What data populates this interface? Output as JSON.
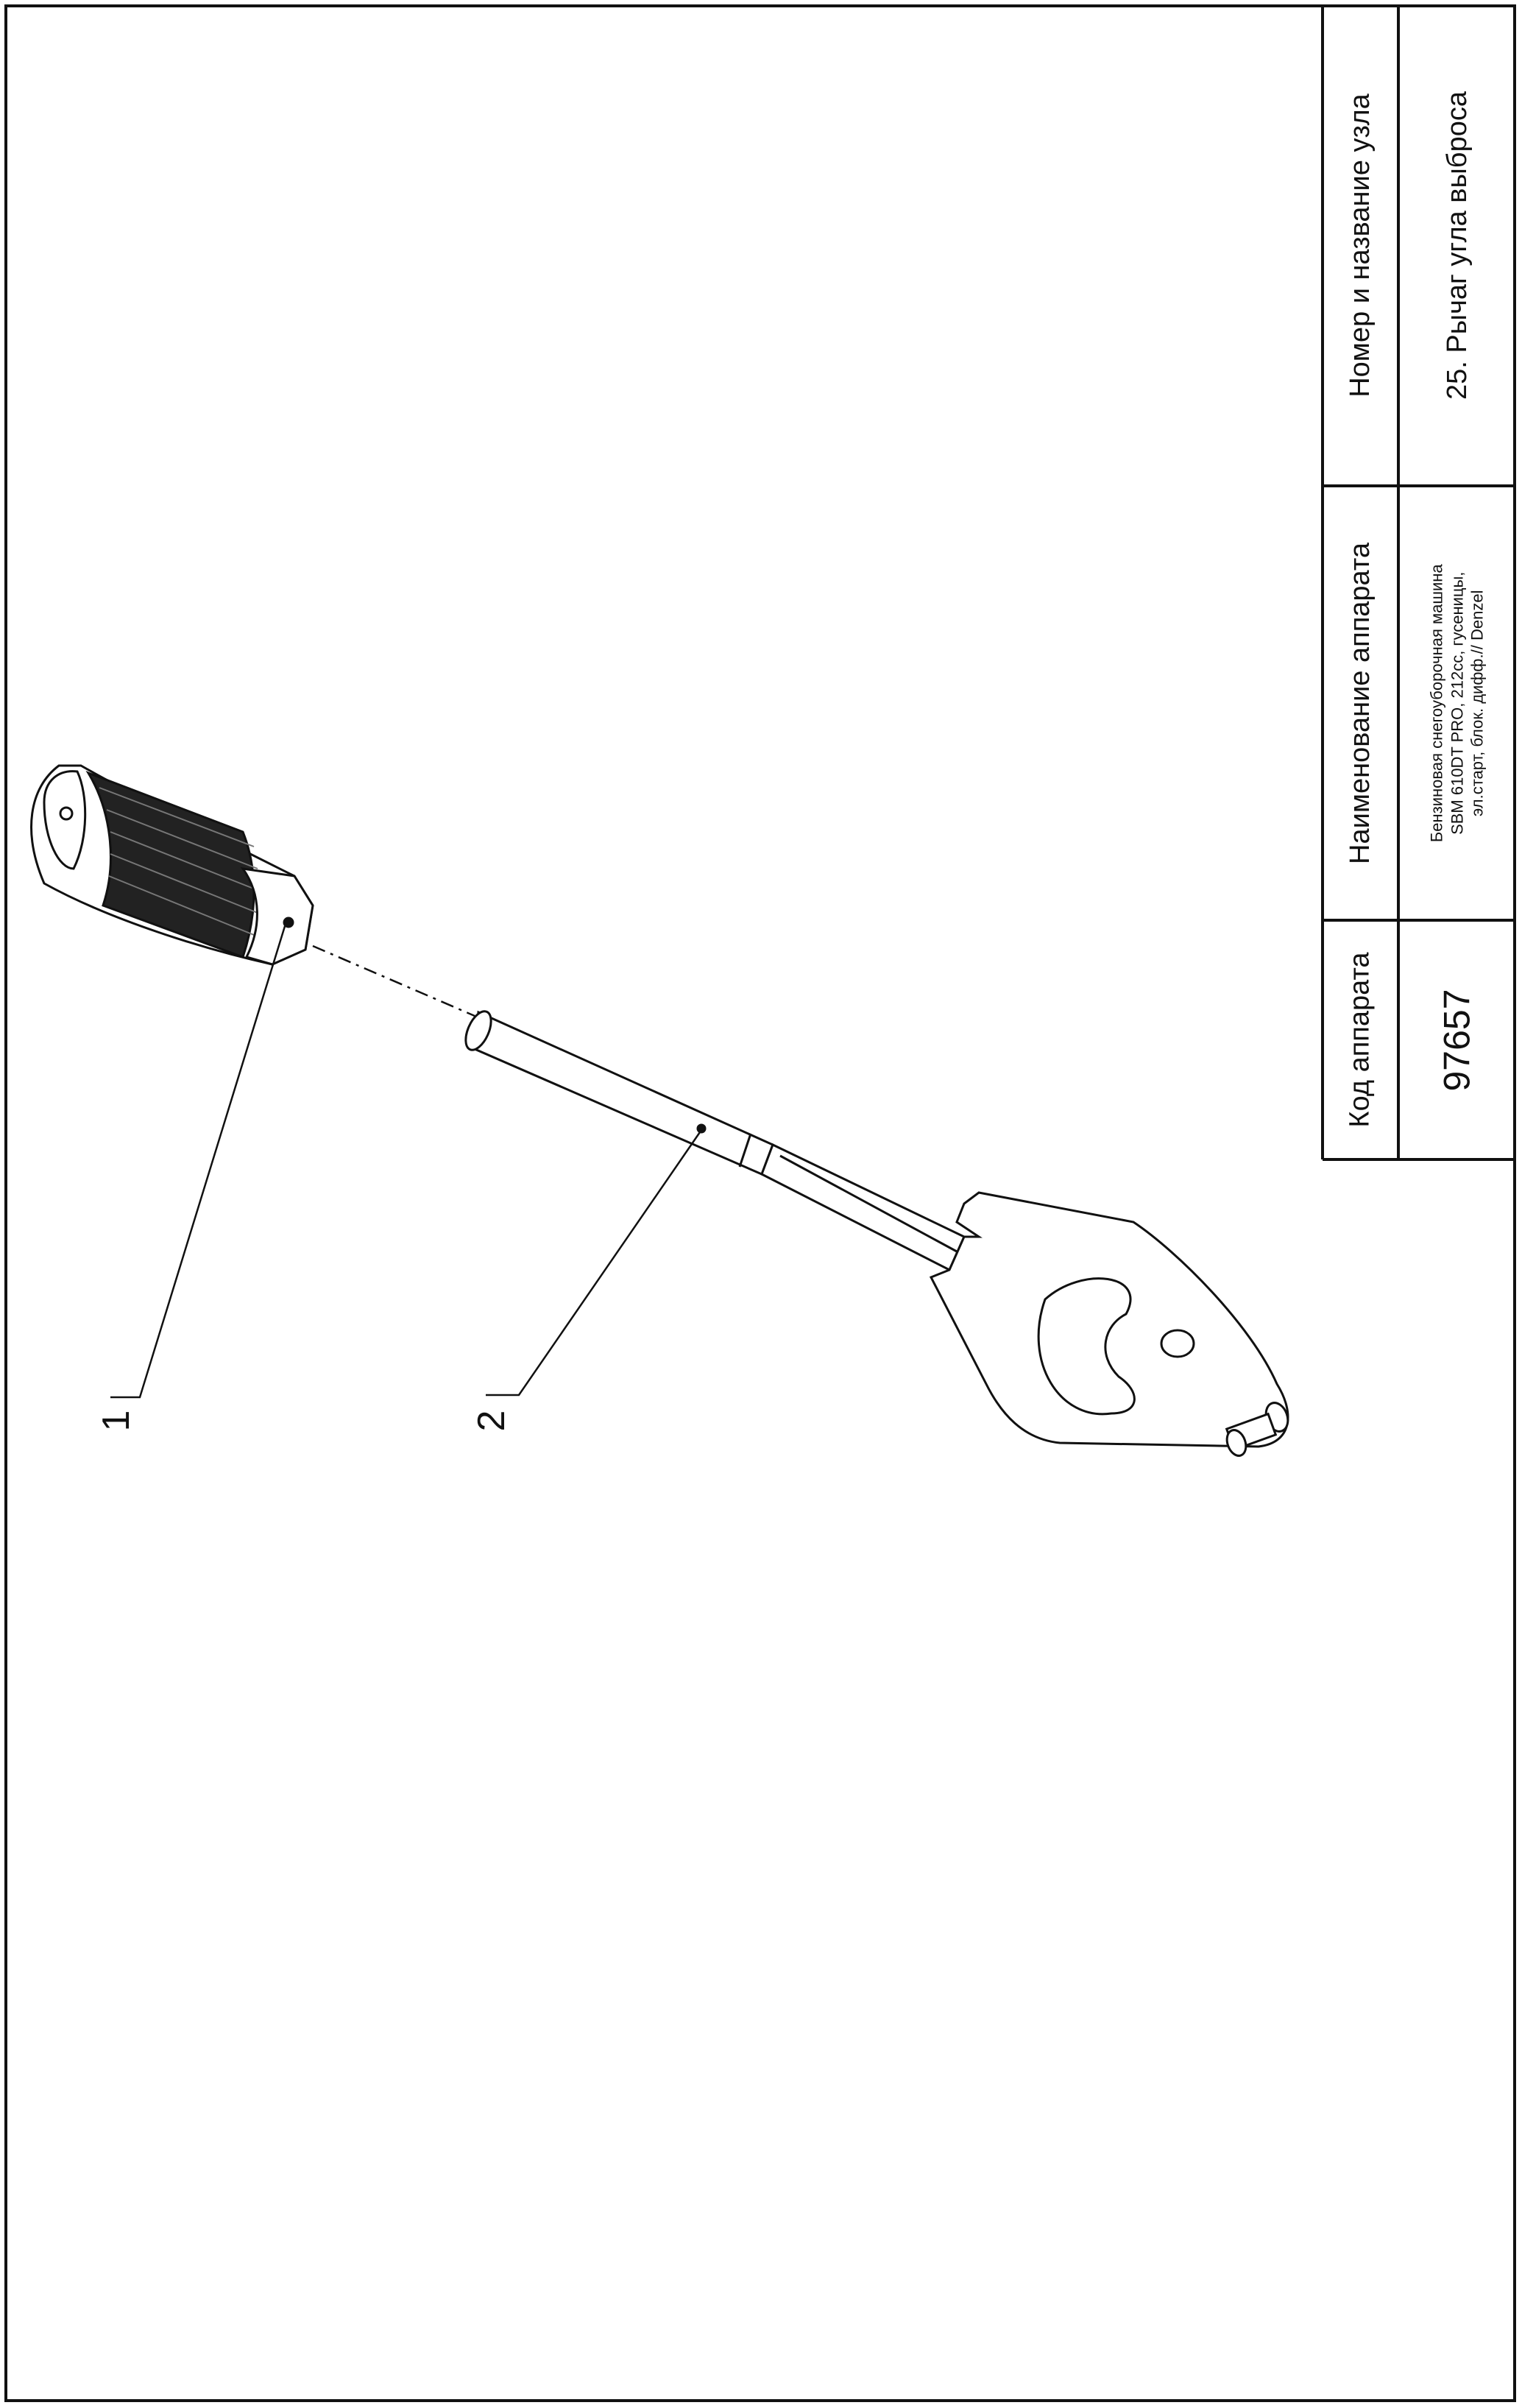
{
  "title_block": {
    "code_header": "Код аппарата",
    "code_value": "97657",
    "name_header": "Наименование аппарата",
    "name_value_lines": [
      "Бензиновая снегоуборочная машина",
      "SBM 610DT PRO, 212сс, гусеницы,",
      "эл.старт, блок. дифф.// Denzel"
    ],
    "unit_header": "Номер и название узла",
    "unit_value": "25. Рычаг угла выброса"
  },
  "callouts": [
    {
      "number": "1",
      "part": "handle-grip-knob"
    },
    {
      "number": "2",
      "part": "lever-rod-with-plate"
    }
  ],
  "colors": {
    "line": "#111111",
    "background": "#ffffff"
  }
}
